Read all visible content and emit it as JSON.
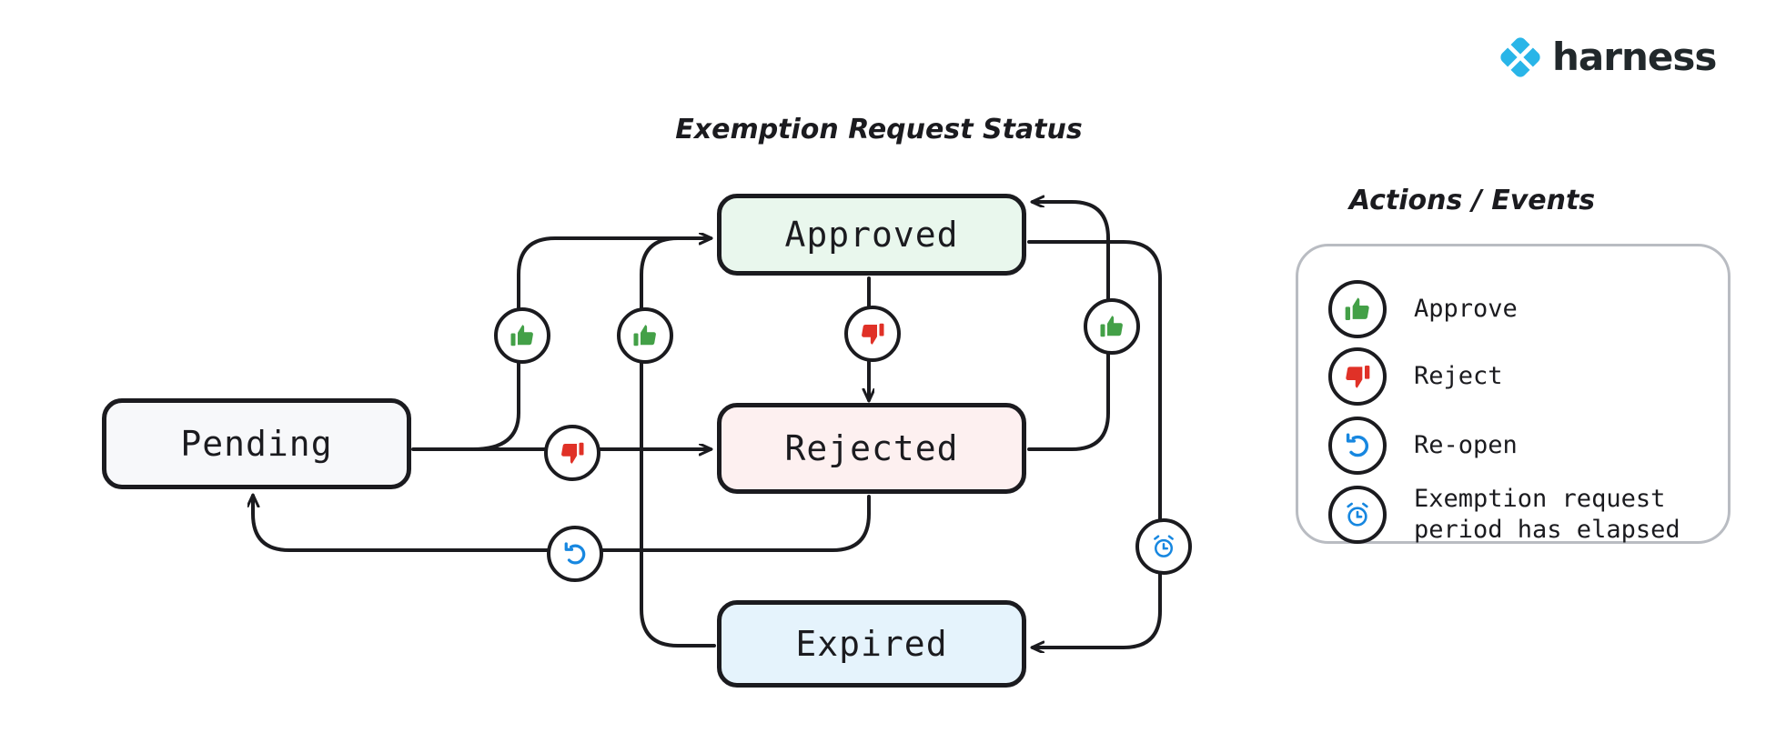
{
  "brand": {
    "name": "harness",
    "logo_icon": "harness-diamond-logo",
    "accent": "#29b5e8"
  },
  "diagram": {
    "title": "Exemption Request Status",
    "nodes": [
      {
        "id": "pending",
        "label": "Pending",
        "fill": "#f7f8fa",
        "border": "#1b1b1f"
      },
      {
        "id": "approved",
        "label": "Approved",
        "fill": "#e9f7ed",
        "border": "#1b1b1f"
      },
      {
        "id": "rejected",
        "label": "Rejected",
        "fill": "#fdf0f0",
        "border": "#1b1b1f"
      },
      {
        "id": "expired",
        "label": "Expired",
        "fill": "#e5f3fc",
        "border": "#1b1b1f"
      }
    ],
    "transitions": [
      {
        "from": "pending",
        "to": "approved",
        "action": "approve"
      },
      {
        "from": "pending",
        "to": "rejected",
        "action": "reject"
      },
      {
        "from": "approved",
        "to": "rejected",
        "action": "reject"
      },
      {
        "from": "rejected",
        "to": "approved",
        "action": "approve"
      },
      {
        "from": "rejected",
        "to": "pending",
        "action": "re-open"
      },
      {
        "from": "approved",
        "to": "expired",
        "action": "expired"
      },
      {
        "from": "expired",
        "to": "approved",
        "action": "approve"
      }
    ],
    "edge_badges": [
      {
        "name": "approve-badge-pending-to-approved",
        "icon": "thumbs-up-icon",
        "color": "#43a047"
      },
      {
        "name": "approve-badge-expired-to-approved",
        "icon": "thumbs-up-icon",
        "color": "#43a047"
      },
      {
        "name": "reject-badge-pending-to-rejected",
        "icon": "thumbs-down-icon",
        "color": "#e03127"
      },
      {
        "name": "reject-badge-approved-to-rejected",
        "icon": "thumbs-down-icon",
        "color": "#e03127"
      },
      {
        "name": "approve-badge-rejected-to-approved",
        "icon": "thumbs-up-icon",
        "color": "#43a047"
      },
      {
        "name": "reopen-badge-rejected-to-pending",
        "icon": "reopen-icon",
        "color": "#1787e0"
      },
      {
        "name": "elapsed-badge-approved-to-expired",
        "icon": "alarm-clock-icon",
        "color": "#1787e0"
      }
    ]
  },
  "legend": {
    "title": "Actions / Events",
    "items": [
      {
        "label": "Approve",
        "icon": "thumbs-up-icon",
        "color": "#43a047"
      },
      {
        "label": "Reject",
        "icon": "thumbs-down-icon",
        "color": "#e03127"
      },
      {
        "label": "Re-open",
        "icon": "reopen-icon",
        "color": "#1787e0"
      },
      {
        "label": "Exemption request\nperiod has elapsed",
        "icon": "alarm-clock-icon",
        "color": "#1787e0"
      }
    ]
  }
}
